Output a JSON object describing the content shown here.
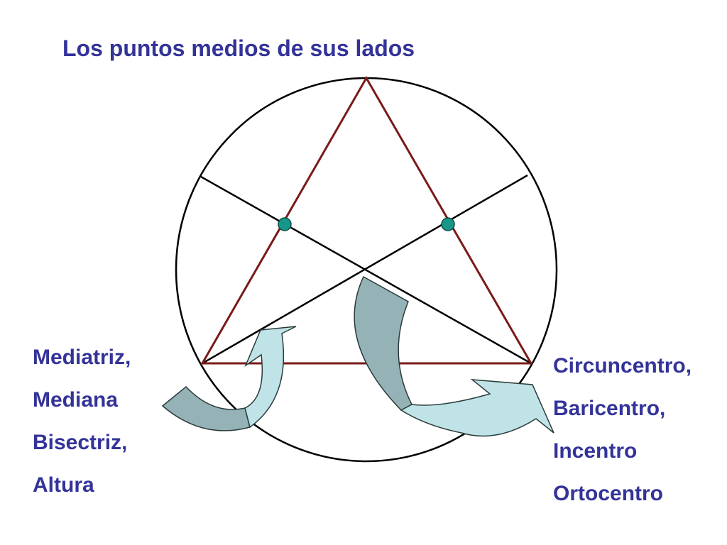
{
  "title": "Los puntos medios de sus lados",
  "left_labels": [
    "Mediatriz,",
    "Mediana",
    "Bisectriz,",
    "Altura"
  ],
  "right_labels": [
    "Circuncentro,",
    "Baricentro,",
    "Incentro",
    "Ortocentro"
  ],
  "colors": {
    "text": "#333399",
    "triangle": "#7a1a1a",
    "circle": "#000000",
    "lines": "#000000",
    "midpoint_dot": "#17978a",
    "arrow_light": "#bfe3e6",
    "arrow_dark": "#95b3b6"
  }
}
